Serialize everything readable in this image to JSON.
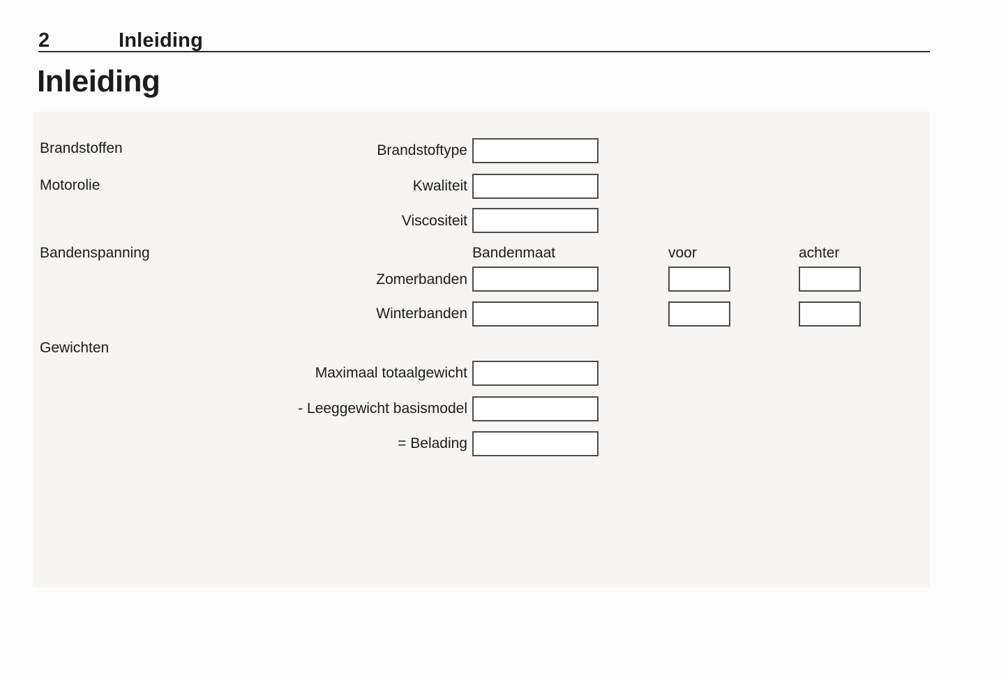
{
  "header": {
    "page_number": "2",
    "chapter": "Inleiding"
  },
  "title": "Inleiding",
  "colors": {
    "text": "#1c1c1c",
    "box_border": "#4c4c4c",
    "panel_background": "#f6f5f3",
    "page_background": "#fdfdfd"
  },
  "sections": {
    "brandstoffen": {
      "label": "Brandstoffen",
      "rows": {
        "brandstoftype": {
          "label": "Brandstoftype",
          "value": ""
        }
      }
    },
    "motorolie": {
      "label": "Motorolie",
      "rows": {
        "kwaliteit": {
          "label": "Kwaliteit",
          "value": ""
        },
        "viscositeit": {
          "label": "Viscositeit",
          "value": ""
        }
      }
    },
    "bandenspanning": {
      "label": "Bandenspanning",
      "columns": {
        "bandenmaat": "Bandenmaat",
        "voor": "voor",
        "achter": "achter"
      },
      "rows": {
        "zomerbanden": {
          "label": "Zomerbanden",
          "bandenmaat": "",
          "voor": "",
          "achter": ""
        },
        "winterbanden": {
          "label": "Winterbanden",
          "bandenmaat": "",
          "voor": "",
          "achter": ""
        }
      }
    },
    "gewichten": {
      "label": "Gewichten",
      "rows": {
        "maximaal_totaalgewicht": {
          "label": "Maximaal totaalgewicht",
          "value": ""
        },
        "leeggewicht_basismodel": {
          "label": "- Leeggewicht basismodel",
          "value": ""
        },
        "belading": {
          "label": "= Belading",
          "value": ""
        }
      }
    }
  }
}
